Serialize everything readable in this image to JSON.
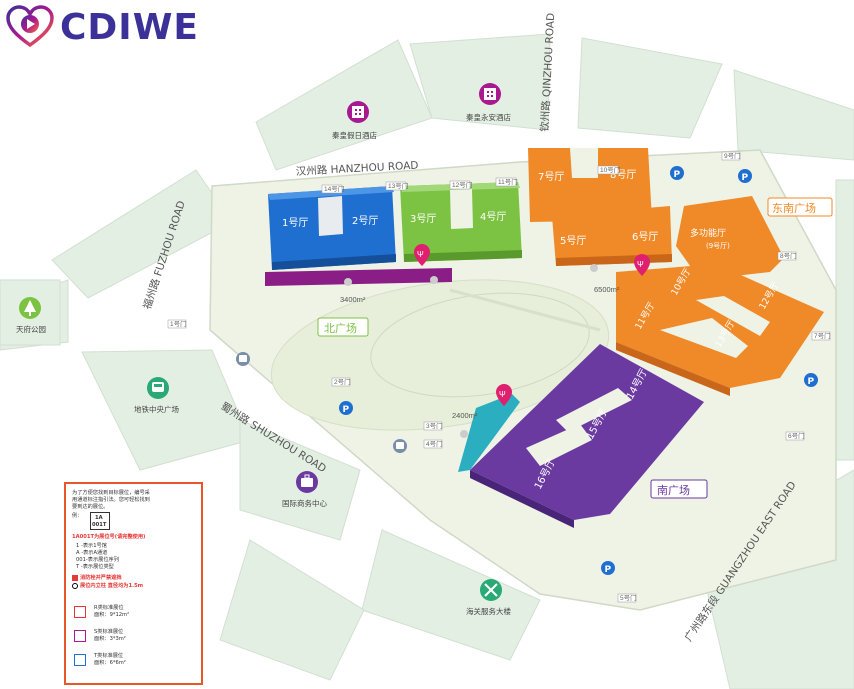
{
  "brand": {
    "name": "CDIWE",
    "logo_icon": "play-heart-logo-icon"
  },
  "roads": {
    "hanzhou": "汉州路 HANZHOU ROAD",
    "fuzhou": "福州路 FUZHOU ROAD",
    "shuzhou": "蜀州路 SHUZHOU ROAD",
    "qinzhou": "钦州路 QINZHOU ROAD",
    "guangzhou_east": "广州路东段 GUANGZHOU EAST ROAD"
  },
  "halls": {
    "h1": "1号厅",
    "h2": "2号厅",
    "h3": "3号厅",
    "h4": "4号厅",
    "h5": "5号厅",
    "h6": "6号厅",
    "h7": "7号厅",
    "h8": "8号厅",
    "h9": "多功能厅",
    "h9sub": "(9号厅)",
    "h10": "10号厅",
    "h11": "11号厅",
    "h12": "12号厅",
    "h13": "13号厅",
    "h14": "14号厅",
    "h15": "15号厅",
    "h16": "16号厅"
  },
  "plazas": {
    "north": "北广场",
    "south": "南广场",
    "southeast": "东南广场"
  },
  "areas": {
    "a3400": "3400m²",
    "a6500": "6500m²",
    "a2400": "2400m²"
  },
  "gates": [
    "1号门",
    "2号门",
    "3号门",
    "4号门",
    "5号门",
    "6号门",
    "7号门",
    "8号门",
    "9号门",
    "10号门",
    "11号门",
    "12号门",
    "13号门",
    "14号门"
  ],
  "pois": {
    "hotel1": "秦皇假日酒店",
    "hotel2": "秦皇永安酒店",
    "park": "天府公园",
    "metro": "地铁中央广场",
    "business": "国际商务中心",
    "customs": "海关服务大楼"
  },
  "legend": {
    "intro1": "为了方便您找到目标展位，编号采",
    "intro2": "用通道标注指引法。您可轻松找到",
    "intro3": "要到达的展位。",
    "example": "例：",
    "code1": "1A",
    "code2": "001T",
    "code_desc": "1A001T为展位号(请完整使用)",
    "l1": "1    -表示1号馆",
    "l2": "A    -表示A通道",
    "l3": "001-表示展位序列",
    "l4": "T    -表示展位类型",
    "fire": "消防栓并严禁遮挡",
    "pillar": "展位内立柱 直径均为1.5m",
    "r_type": "R类标准展位",
    "r_area": "面积：9*12m²",
    "s_type": "S类标准展位",
    "s_area": "面积：3*3m²",
    "t_type": "T类标准展位",
    "t_area": "面积：6*6m²"
  },
  "colors": {
    "blue": "#1f6fd0",
    "green": "#7cc243",
    "orange": "#f08a28",
    "purple": "#6a3aa0",
    "teal": "#2aaec0",
    "magenta": "#a8198f",
    "brand": "#3b3199",
    "legend_border": "#e8572a"
  }
}
